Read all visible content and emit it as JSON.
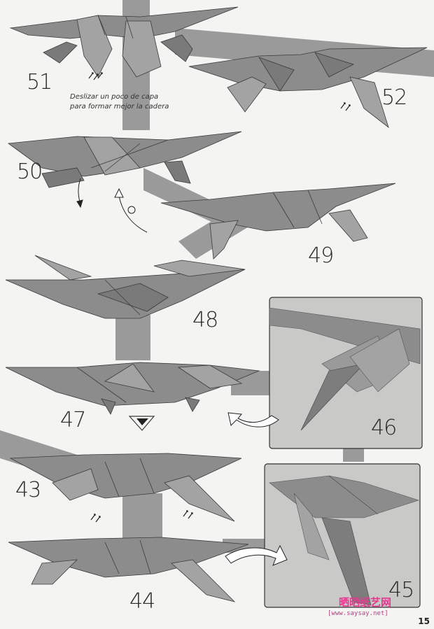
{
  "steps": {
    "s51": "51",
    "s52": "52",
    "s50": "50",
    "s49": "49",
    "s48": "48",
    "s47": "47",
    "s46": "46",
    "s43": "43",
    "s44": "44",
    "s45": "45"
  },
  "caption": {
    "line1": "Deslizar un poco de capa",
    "line2": "para formar mejor la cadera"
  },
  "page_number": "15",
  "watermark": {
    "cn": "晒晒纸艺网",
    "url": "[www.saysay.net]"
  },
  "colors": {
    "background": "#f4f4f2",
    "paper": "#8c8c8c",
    "paper_light": "#a3a3a3",
    "paper_dark": "#6a6a6a",
    "band": "#9a9a9a",
    "line": "#3a3a3a",
    "photo_bg": "#c9c9c7"
  }
}
